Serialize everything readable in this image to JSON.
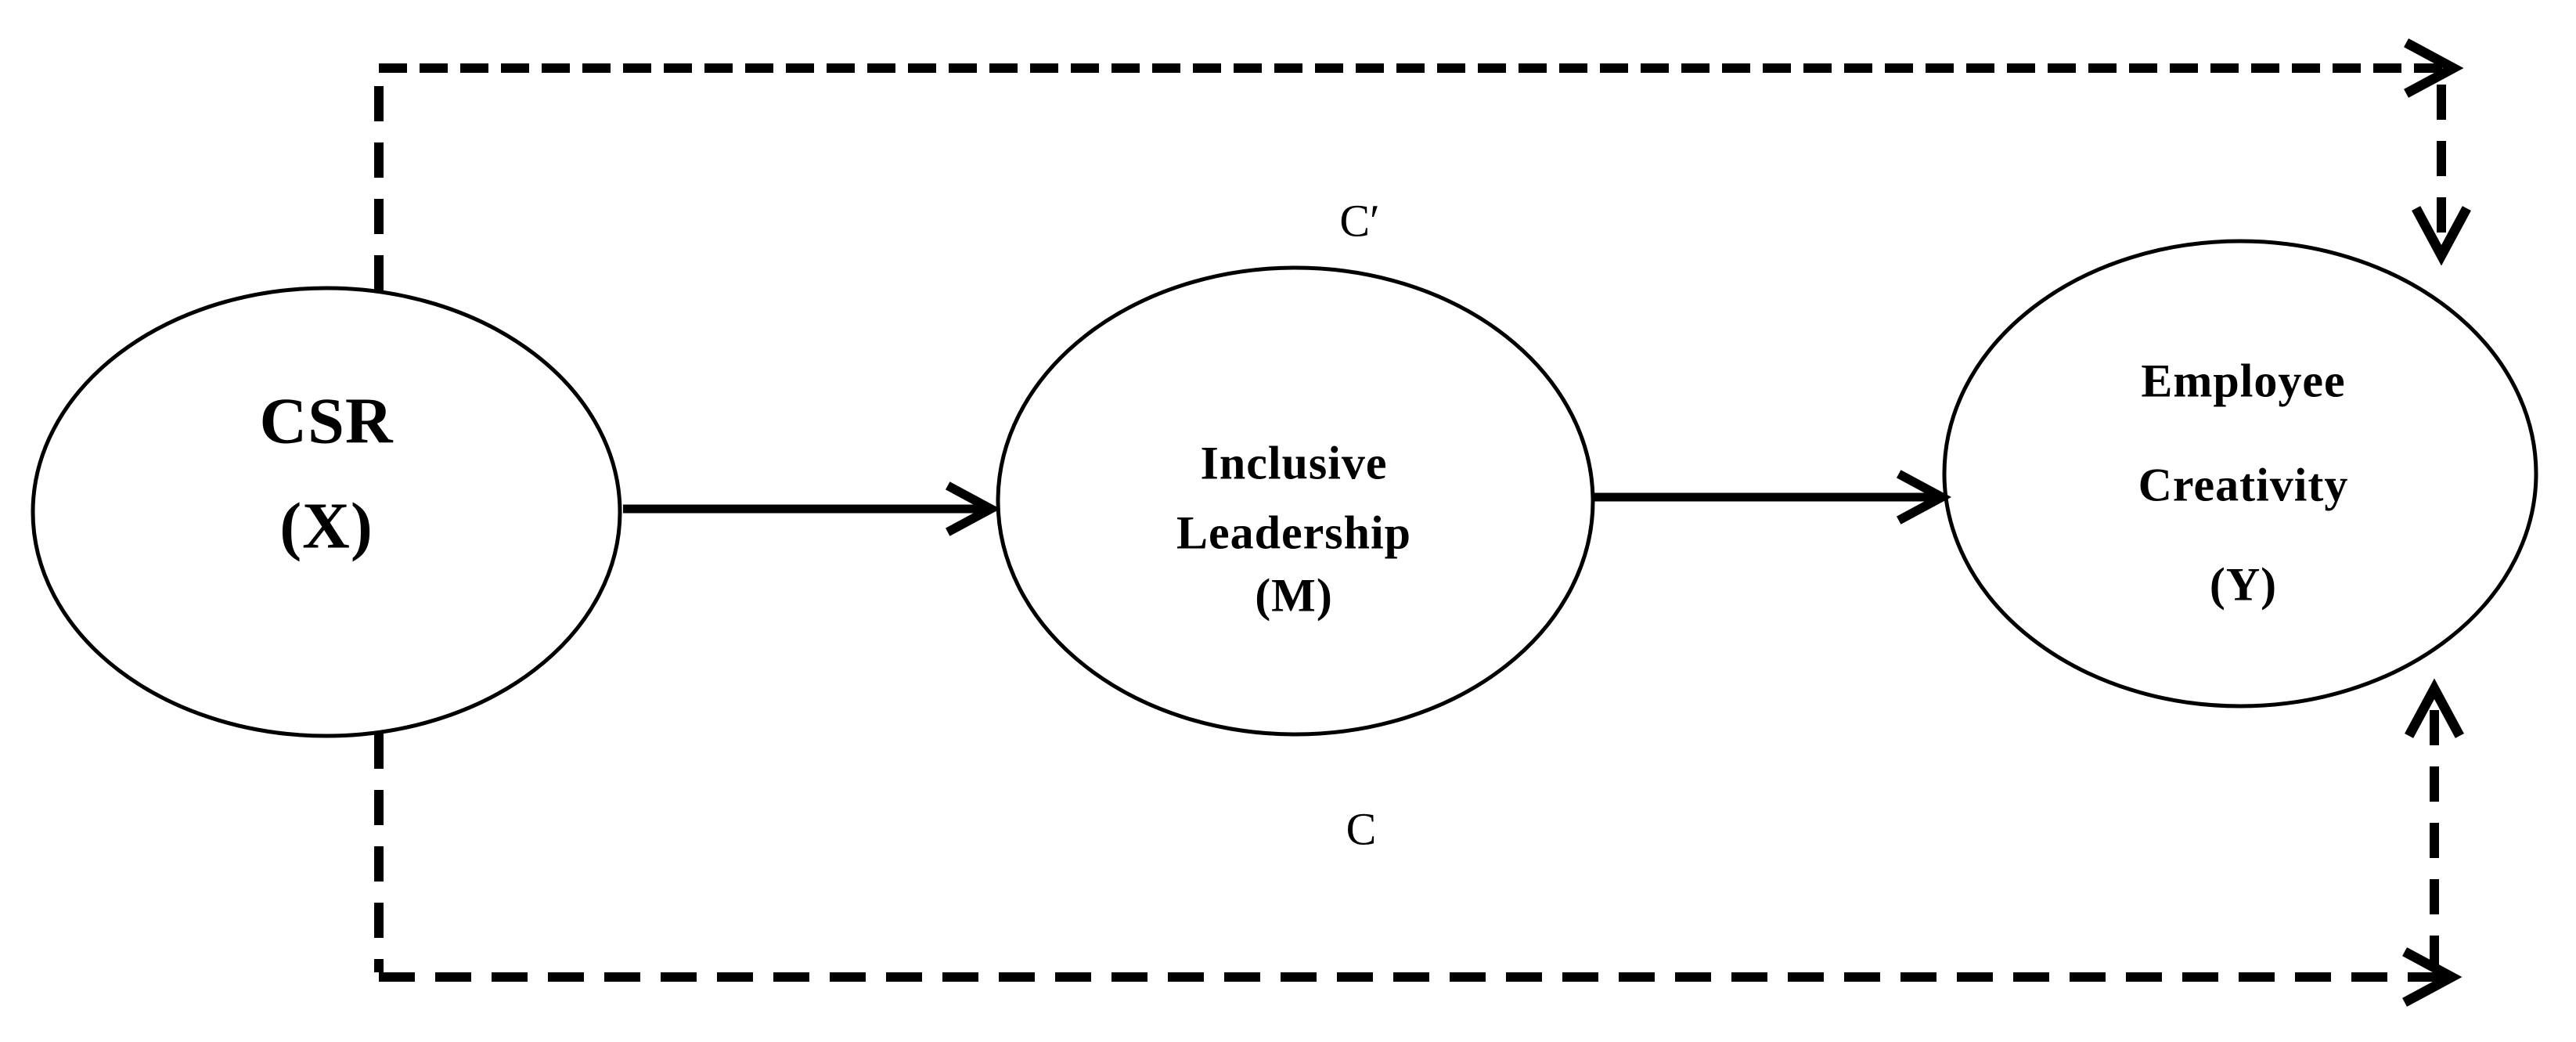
{
  "diagram": {
    "background": "#ffffff",
    "stroke_color": "#000000"
  },
  "nodes": {
    "independent": {
      "line1": "CSR",
      "line2": "(X)"
    },
    "mediator": {
      "line1": "Inclusive",
      "line2": "Leadership",
      "line3": "(M)"
    },
    "dependent": {
      "line1": "Employee",
      "line2": "Creativity",
      "line3": "(Y)"
    }
  },
  "paths": {
    "direct_effect_label": "C′",
    "total_effect_label": "C"
  }
}
